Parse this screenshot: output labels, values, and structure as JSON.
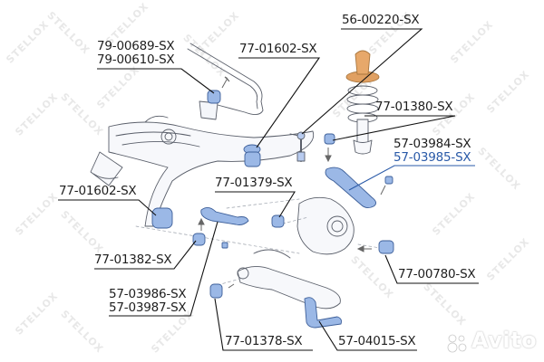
{
  "diagram": {
    "type": "exploded parts diagram — rear suspension",
    "brand_watermark": "STELLOX",
    "accent_colors": {
      "bushing_blue": "#9bb8e6",
      "spring_top_orange": "#e0a062",
      "label_text": "#1e1e1e",
      "highlight_text": "#2a5aa8",
      "leader_line": "#111111"
    }
  },
  "labels": [
    {
      "id": "stab-bushing",
      "lines": [
        "79-00689-SX",
        "79-00610-SX"
      ]
    },
    {
      "id": "subframe-bushing-top",
      "lines": [
        "77-01602-SX"
      ]
    },
    {
      "id": "stab-link",
      "lines": [
        "56-00220-SX"
      ]
    },
    {
      "id": "shock-bushing",
      "lines": [
        "77-01380-SX"
      ]
    },
    {
      "id": "upper-arm",
      "lines": [
        "57-03984-SX",
        "57-03985-SX"
      ],
      "highlighted_line": 1
    },
    {
      "id": "subframe-bushing-left",
      "lines": [
        "77-01602-SX"
      ]
    },
    {
      "id": "arm-bushing-379",
      "lines": [
        "77-01379-SX"
      ]
    },
    {
      "id": "arm-bushing-382",
      "lines": [
        "77-01382-SX"
      ]
    },
    {
      "id": "hub-bushing",
      "lines": [
        "77-00780-SX"
      ]
    },
    {
      "id": "lower-arm",
      "lines": [
        "57-03986-SX",
        "57-03987-SX"
      ]
    },
    {
      "id": "lower-bushing-378",
      "lines": [
        "77-01378-SX"
      ]
    },
    {
      "id": "toe-link",
      "lines": [
        "57-04015-SX"
      ]
    }
  ],
  "overlay": {
    "avito_watermark": "Avito"
  }
}
